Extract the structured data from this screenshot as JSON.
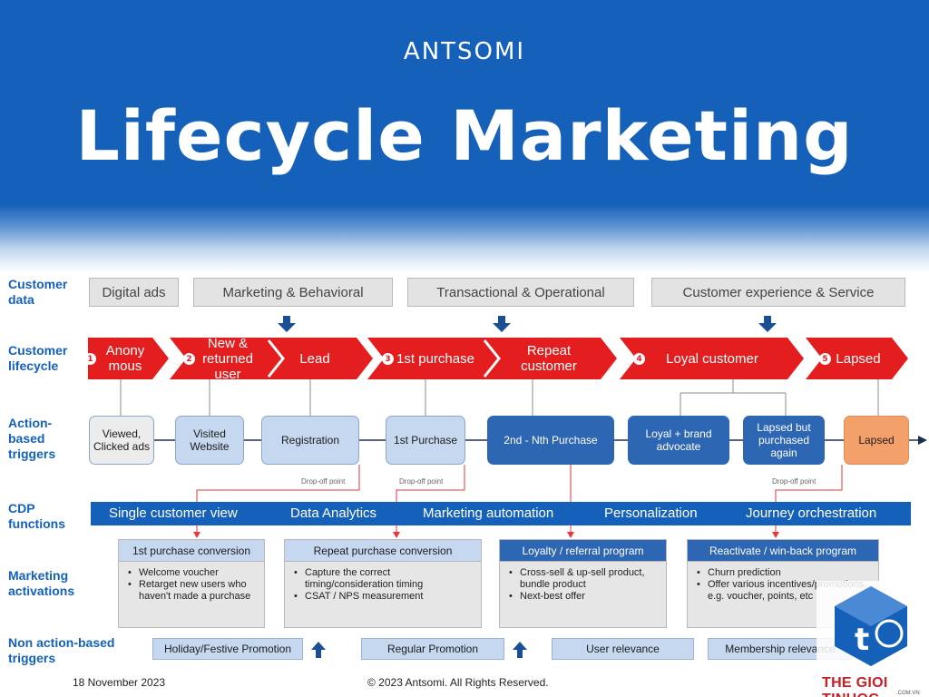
{
  "brand": "ANTSOMI",
  "title": "Lifecycle Marketing",
  "row_labels": {
    "customer_data": "Customer data",
    "customer_lifecycle": "Customer lifecycle",
    "action_triggers": "Action-based triggers",
    "cdp_functions": "CDP functions",
    "marketing_activations": "Marketing activations",
    "non_action_triggers": "Non action-based triggers"
  },
  "customer_data": [
    "Digital ads",
    "Marketing & Behavioral",
    "Transactional & Operational",
    "Customer experience & Service"
  ],
  "lifecycle": {
    "stages": [
      "Anony mous",
      "New & returned user",
      "Lead",
      "1st purchase",
      "Repeat customer",
      "Loyal customer",
      "Lapsed"
    ],
    "numbers": [
      "1",
      "2",
      "3",
      "4",
      "5"
    ]
  },
  "triggers": [
    "Viewed, Clicked ads",
    "Visited Website",
    "Registration",
    "1st Purchase",
    "2nd - Nth Purchase",
    "Loyal + brand advocate",
    "Lapsed but purchased again",
    "Lapsed"
  ],
  "dropoff_label": "Drop-off point",
  "cdp_functions": [
    "Single customer view",
    "Data Analytics",
    "Marketing automation",
    "Personalization",
    "Journey orchestration"
  ],
  "activations": [
    {
      "title": "1st purchase conversion",
      "items": [
        "Welcome voucher",
        "Retarget new users who haven't made a purchase"
      ]
    },
    {
      "title": "Repeat purchase conversion",
      "items": [
        "Capture the correct timing/consideration timing",
        "CSAT / NPS measurement"
      ]
    },
    {
      "title": "Loyalty / referral program",
      "items": [
        "Cross-sell & up-sell product, bundle product",
        "Next-best offer"
      ]
    },
    {
      "title": "Reactivate / win-back program",
      "items": [
        "Churn prediction",
        "Offer various incentives/promotions, e.g. voucher, points, etc"
      ]
    }
  ],
  "non_action": [
    "Holiday/Festive Promotion",
    "Regular Promotion",
    "User relevance",
    "Membership relevance"
  ],
  "footer": {
    "date": "18 November 2023",
    "copyright": "© 2023 Antsomi. All Rights Reserved."
  },
  "watermark": {
    "text": "THE GIOI TINHOC",
    "sub": ".COM.VN"
  },
  "colors": {
    "primary_blue": "#1561b9",
    "lifecycle_red": "#e41e1e",
    "dark_trigger": "#2d66b3",
    "light_trigger": "#c6d8ef",
    "lapsed_orange": "#f4a06a"
  }
}
